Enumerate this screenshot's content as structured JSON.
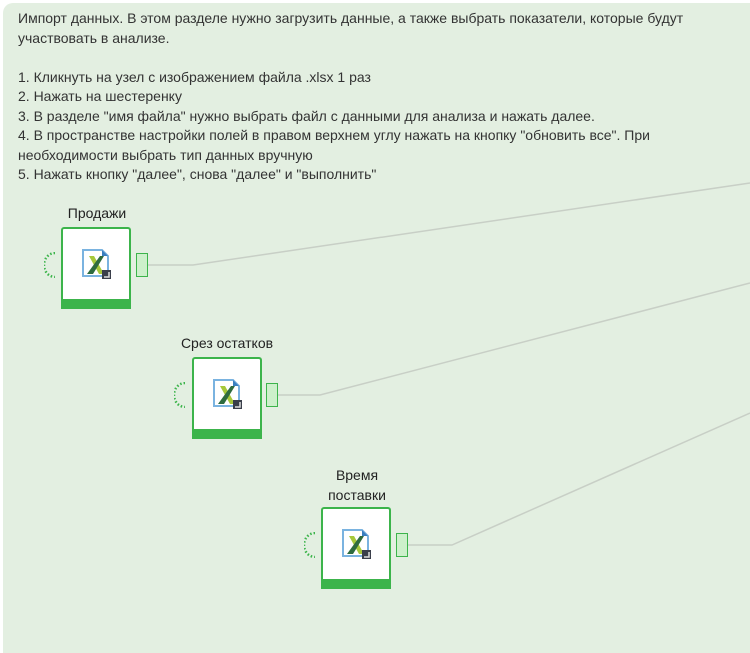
{
  "description": {
    "intro": "Импорт данных. В этом разделе нужно загрузить данные, а также выбрать показатели, которые будут участвовать в анализе.",
    "steps": [
      "1. Кликнуть на узел с изображением файла .xlsx 1 раз",
      "2. Нажать на шестеренку",
      "3. В разделе \"имя файла\" нужно выбрать файл с данными для анализа и нажать далее.",
      "4. В пространстве настройки полей в правом верхнем углу нажать на кнопку \"обновить все\". При необходимости выбрать тип данных вручную",
      "5. Нажать кнопку \"далее\", снова \"далее\" и \"выполнить\""
    ]
  },
  "nodes": [
    {
      "label": "Продажи",
      "icon": "excel-file-icon"
    },
    {
      "label": "Срез остатков",
      "icon": "excel-file-icon"
    },
    {
      "label_lines": [
        "Время",
        "поставки"
      ],
      "icon": "excel-file-icon"
    }
  ],
  "colors": {
    "accent": "#3cb44b",
    "background": "#e3efe1",
    "port": "#cdf0cb"
  }
}
